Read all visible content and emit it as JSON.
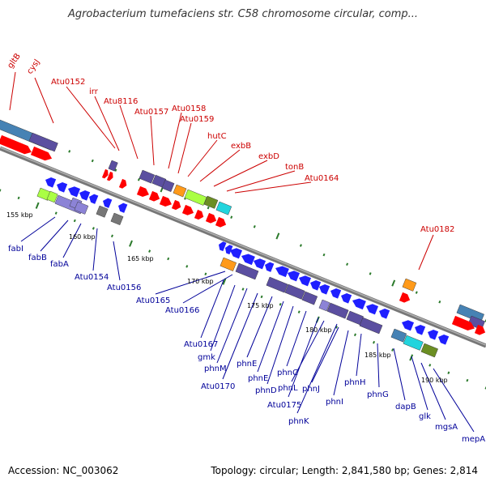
{
  "title": "Agrobacterium tumefaciens str. C58 chromosome circular, comp...",
  "accession_text": "Accession: NC_003062",
  "summary_text": "Topology: circular; Length: 2,841,580 bp; Genes: 2,814",
  "colors": {
    "forward_label": "#cc0000",
    "reverse_label": "#000099",
    "backbone": "#888888",
    "tick": "#2b7a2b",
    "red_gene": "#ff0000",
    "blue_gene": "#1f1fff",
    "cog_steel": "#4682b4",
    "cog_purple": "#5b4fa0",
    "cog_lilac": "#8c83d6",
    "cog_orange": "#ff9a1a",
    "cog_lime": "#aaff44",
    "cog_olive": "#6b8e23",
    "cog_cyan": "#22d4dd",
    "cog_gray": "#777777"
  },
  "kbp_ticks": [
    "155 kbp",
    "160 kbp",
    "165 kbp",
    "170 kbp",
    "175 kbp",
    "180 kbp",
    "185 kbp",
    "190 kbp"
  ],
  "forward_genes": [
    "gltB",
    "cysJ",
    "Atu0152",
    "irr",
    "Atu8116",
    "Atu0157",
    "Atu0158",
    "Atu0159",
    "hutC",
    "exbB",
    "exbD",
    "tonB",
    "Atu0164",
    "Atu0182"
  ],
  "reverse_genes": [
    "fabI",
    "fabB",
    "fabA",
    "Atu0154",
    "Atu0156",
    "Atu0165",
    "Atu0166",
    "Atu0167",
    "gmk",
    "phnM",
    "Atu0170",
    "phnE",
    "phnE",
    "phnD",
    "phnC",
    "Atu0175",
    "phnL",
    "phnK",
    "phnJ",
    "phnI",
    "phnH",
    "phnG",
    "dapB",
    "glk",
    "mgsA",
    "mepA"
  ]
}
